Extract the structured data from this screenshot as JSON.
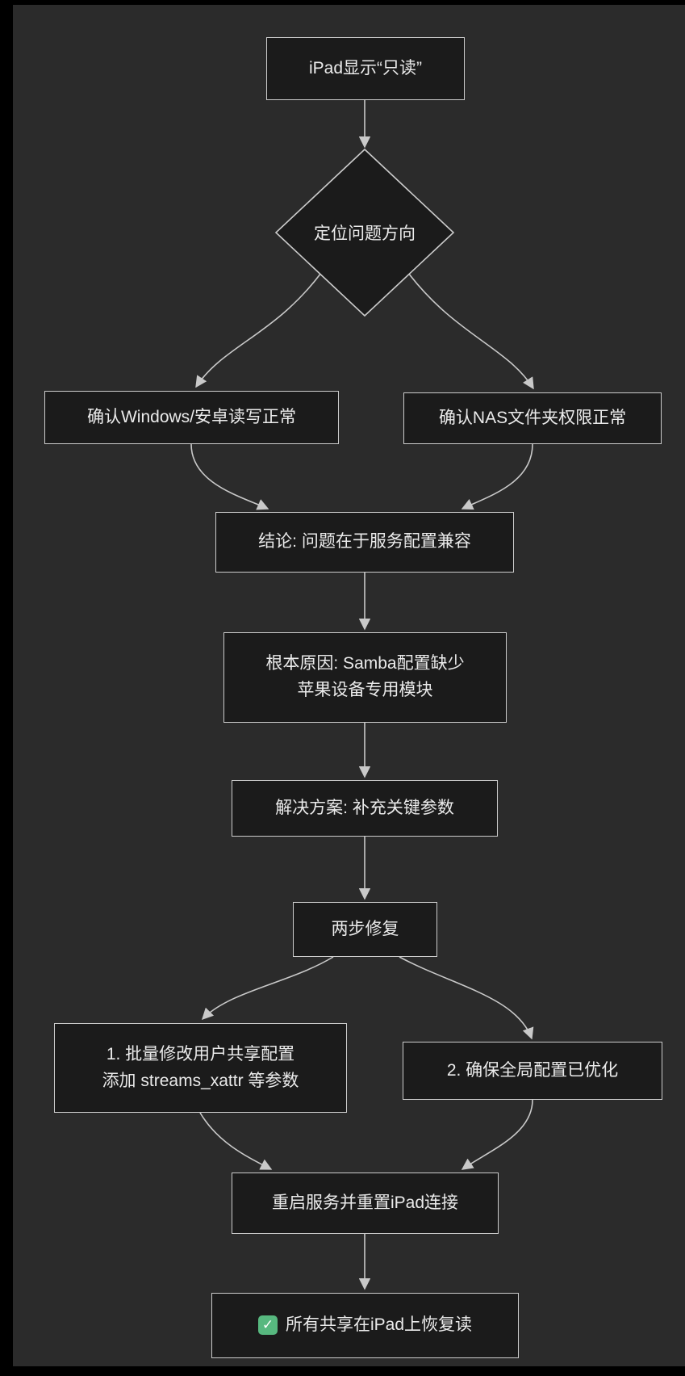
{
  "diagram": {
    "type": "flowchart",
    "theme": {
      "page_background": "#000000",
      "canvas_background": "#2b2b2b",
      "node_fill": "#1b1b1b",
      "node_border": "#cccccc",
      "text_color": "#ebebeb",
      "edge_color": "#c9c9c9",
      "check_icon_color": "#57b87f"
    },
    "nodes": {
      "start": {
        "label": "iPad显示“只读”"
      },
      "decision": {
        "label": "定位问题方向",
        "shape": "diamond"
      },
      "check_windows": {
        "label": "确认Windows/安卓读写正常"
      },
      "check_nas": {
        "label": "确认NAS文件夹权限正常"
      },
      "conclusion": {
        "label": "结论: 问题在于服务配置兼容"
      },
      "root_cause": {
        "line1": "根本原因: Samba配置缺少",
        "line2": "苹果设备专用模块"
      },
      "solution": {
        "label": "解决方案: 补充关键参数"
      },
      "two_steps": {
        "label": "两步修复"
      },
      "step1": {
        "line1": "1. 批量修改用户共享配置",
        "line2": "添加 streams_xattr 等参数"
      },
      "step2": {
        "label": "2. 确保全局配置已优化"
      },
      "restart": {
        "label": "重启服务并重置iPad连接"
      },
      "result": {
        "label": "所有共享在iPad上恢复读",
        "icon": "check-icon",
        "icon_glyph": "✓"
      }
    },
    "edges": [
      {
        "from": "start",
        "to": "decision"
      },
      {
        "from": "decision",
        "to": "check_windows"
      },
      {
        "from": "decision",
        "to": "check_nas"
      },
      {
        "from": "check_windows",
        "to": "conclusion"
      },
      {
        "from": "check_nas",
        "to": "conclusion"
      },
      {
        "from": "conclusion",
        "to": "root_cause"
      },
      {
        "from": "root_cause",
        "to": "solution"
      },
      {
        "from": "solution",
        "to": "two_steps"
      },
      {
        "from": "two_steps",
        "to": "step1"
      },
      {
        "from": "two_steps",
        "to": "step2"
      },
      {
        "from": "step1",
        "to": "restart"
      },
      {
        "from": "step2",
        "to": "restart"
      },
      {
        "from": "restart",
        "to": "result"
      }
    ]
  }
}
